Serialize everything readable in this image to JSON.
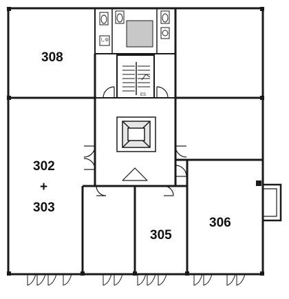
{
  "rooms": [
    {
      "id": "r308",
      "label": "308"
    },
    {
      "id": "r302",
      "label": "302"
    },
    {
      "id": "r302plus",
      "label": "+"
    },
    {
      "id": "r303",
      "label": "303"
    },
    {
      "id": "r305",
      "label": "305"
    },
    {
      "id": "r306",
      "label": "306"
    }
  ],
  "fixtures": {
    "toilet_tag": "しゆ",
    "stair_tag": "ES"
  },
  "colors": {
    "wall": "#1a1a1a",
    "shaft_fill": "#c8c8c8",
    "elevator_fill": "#e6e6e6",
    "background": "#ffffff"
  }
}
